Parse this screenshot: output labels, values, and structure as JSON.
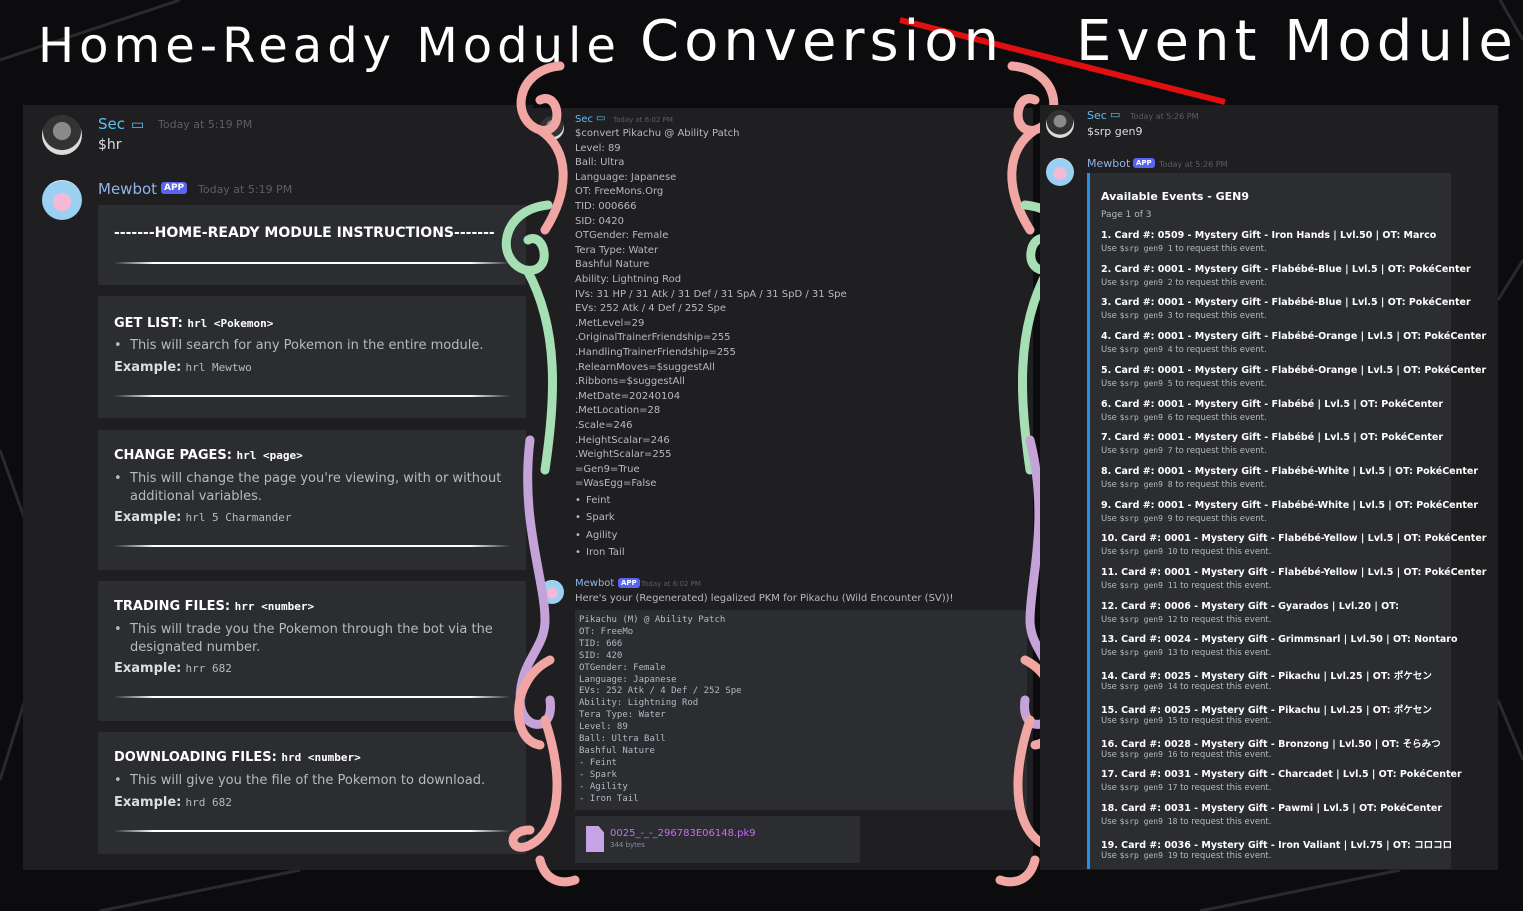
{
  "headings": {
    "left": "Home-Ready Module",
    "center": "Conversion",
    "right": "Event Module"
  },
  "colors": {
    "background": "#0c0c0e",
    "panel": "#1f1f22",
    "embed": "#2b2d31",
    "swirl_pink": "#f2a6a3",
    "swirl_green": "#a6dfb4",
    "swirl_purple": "#c5a3d9",
    "accent_red": "#e01010",
    "embed_border": "#2b8ce6"
  },
  "left": {
    "sec": {
      "name": "Sec",
      "timestamp": "Today at 5:19 PM",
      "message": "$hr"
    },
    "bot": {
      "name": "Mewbot",
      "badge": "APP",
      "timestamp": "Today at 5:19 PM"
    },
    "title": "-------HOME-READY MODULE INSTRUCTIONS-------",
    "sections": [
      {
        "heading": "GET LIST:",
        "cmd": "hrl <Pokemon>",
        "bullet": "This will search for any Pokemon in the entire module.",
        "example_label": "Example:",
        "example": "hrl Mewtwo"
      },
      {
        "heading": "CHANGE PAGES:",
        "cmd": "hrl <page>",
        "bullet": "This will change the page you're viewing, with or without additional variables.",
        "example_label": "Example:",
        "example": "hrl 5 Charmander"
      },
      {
        "heading": "TRADING FILES:",
        "cmd": "hrr <number>",
        "bullet": "This will trade you the Pokemon through the bot via the designated number.",
        "example_label": "Example:",
        "example": "hrr 682"
      },
      {
        "heading": "DOWNLOADING FILES:",
        "cmd": "hrd <number>",
        "bullet": "This will give you the file of the Pokemon to download.",
        "example_label": "Example:",
        "example": "hrd 682"
      }
    ]
  },
  "center": {
    "sec": {
      "name": "Sec",
      "timestamp": "Today at 6:02 PM"
    },
    "lines": [
      "$convert Pikachu @ Ability Patch",
      "Level: 89",
      "Ball: Ultra",
      "Language: Japanese",
      "OT: FreeMons.Org",
      "TID: 000666",
      "SID: 0420",
      "OTGender: Female",
      "Tera Type: Water",
      "Bashful Nature",
      "Ability: Lightning Rod",
      "IVs: 31 HP / 31 Atk / 31 Def / 31 SpA / 31 SpD / 31 Spe",
      "EVs: 252 Atk / 4 Def / 252 Spe",
      ".MetLevel=29",
      ".OriginalTrainerFriendship=255",
      ".HandlingTrainerFriendship=255",
      ".RelearnMoves=$suggestAll",
      ".Ribbons=$suggestAll",
      ".MetDate=20240104",
      ".MetLocation=28",
      ".Scale=246",
      ".HeightScalar=246",
      ".WeightScalar=255",
      "=Gen9=True",
      "=WasEgg=False"
    ],
    "moves": [
      "Feint",
      "Spark",
      "Agility",
      "Iron Tail"
    ],
    "bot": {
      "name": "Mewbot",
      "badge": "APP",
      "timestamp": "Today at 6:02 PM",
      "message": "Here's your (Regenerated) legalized PKM for Pikachu (Wild Encounter (SV))!"
    },
    "code": [
      "Pikachu (M) @ Ability Patch",
      "OT: FreeMo",
      "TID: 666",
      "SID: 420",
      "OTGender: Female",
      "Language: Japanese",
      "EVs: 252 Atk / 4 Def / 252 Spe",
      "Ability: Lightning Rod",
      "Tera Type: Water",
      "Level: 89",
      "Ball: Ultra Ball",
      "Bashful Nature",
      "- Feint",
      "- Spark",
      "- Agility",
      "- Iron Tail"
    ],
    "file": {
      "name": "0025_-_-_296783E06148.pk9",
      "size": "344 bytes"
    }
  },
  "right": {
    "sec": {
      "name": "Sec",
      "timestamp": "Today at 5:26 PM",
      "message": "$srp gen9"
    },
    "bot": {
      "name": "Mewbot",
      "badge": "APP",
      "timestamp": "Today at 5:26 PM"
    },
    "title": "Available Events - GEN9",
    "page": "Page 1 of 3",
    "events": [
      {
        "title": "1. Card #: 0509 - Mystery Gift - Iron Hands | Lvl.50 | OT: Marco",
        "cmd": "$srp gen9 1"
      },
      {
        "title": "2. Card #: 0001 - Mystery Gift - Flabébé-Blue | Lvl.5 | OT: PokéCenter",
        "cmd": "$srp gen9 2"
      },
      {
        "title": "3. Card #: 0001 - Mystery Gift - Flabébé-Blue | Lvl.5 | OT: PokéCenter",
        "cmd": "$srp gen9 3"
      },
      {
        "title": "4. Card #: 0001 - Mystery Gift - Flabébé-Orange | Lvl.5 | OT: PokéCenter",
        "cmd": "$srp gen9 4"
      },
      {
        "title": "5. Card #: 0001 - Mystery Gift - Flabébé-Orange | Lvl.5 | OT: PokéCenter",
        "cmd": "$srp gen9 5"
      },
      {
        "title": "6. Card #: 0001 - Mystery Gift - Flabébé | Lvl.5 | OT: PokéCenter",
        "cmd": "$srp gen9 6"
      },
      {
        "title": "7. Card #: 0001 - Mystery Gift - Flabébé | Lvl.5 | OT: PokéCenter",
        "cmd": "$srp gen9 7"
      },
      {
        "title": "8. Card #: 0001 - Mystery Gift - Flabébé-White | Lvl.5 | OT: PokéCenter",
        "cmd": "$srp gen9 8"
      },
      {
        "title": "9. Card #: 0001 - Mystery Gift - Flabébé-White | Lvl.5 | OT: PokéCenter",
        "cmd": "$srp gen9 9"
      },
      {
        "title": "10. Card #: 0001 - Mystery Gift - Flabébé-Yellow | Lvl.5 | OT: PokéCenter",
        "cmd": "$srp gen9 10"
      },
      {
        "title": "11. Card #: 0001 - Mystery Gift - Flabébé-Yellow | Lvl.5 | OT: PokéCenter",
        "cmd": "$srp gen9 11"
      },
      {
        "title": "12. Card #: 0006 - Mystery Gift - Gyarados | Lvl.20 | OT:",
        "cmd": "$srp gen9 12"
      },
      {
        "title": "13. Card #: 0024 - Mystery Gift - Grimmsnarl | Lvl.50 | OT: Nontaro",
        "cmd": "$srp gen9 13"
      },
      {
        "title": "14. Card #: 0025 - Mystery Gift - Pikachu | Lvl.25 | OT: ポケセン",
        "cmd": "$srp gen9 14"
      },
      {
        "title": "15. Card #: 0025 - Mystery Gift - Pikachu | Lvl.25 | OT: ポケセン",
        "cmd": "$srp gen9 15"
      },
      {
        "title": "16. Card #: 0028 - Mystery Gift - Bronzong | Lvl.50 | OT: そらみつ",
        "cmd": "$srp gen9 16"
      },
      {
        "title": "17. Card #: 0031 - Mystery Gift - Charcadet | Lvl.5 | OT: PokéCenter",
        "cmd": "$srp gen9 17"
      },
      {
        "title": "18. Card #: 0031 - Mystery Gift - Pawmi | Lvl.5 | OT: PokéCenter",
        "cmd": "$srp gen9 18"
      },
      {
        "title": "19. Card #: 0036 - Mystery Gift - Iron Valiant | Lvl.75 | OT: コロコロ",
        "cmd": "$srp gen9 19"
      }
    ],
    "use_prefix": "Use",
    "use_suffix": "to request this event."
  }
}
